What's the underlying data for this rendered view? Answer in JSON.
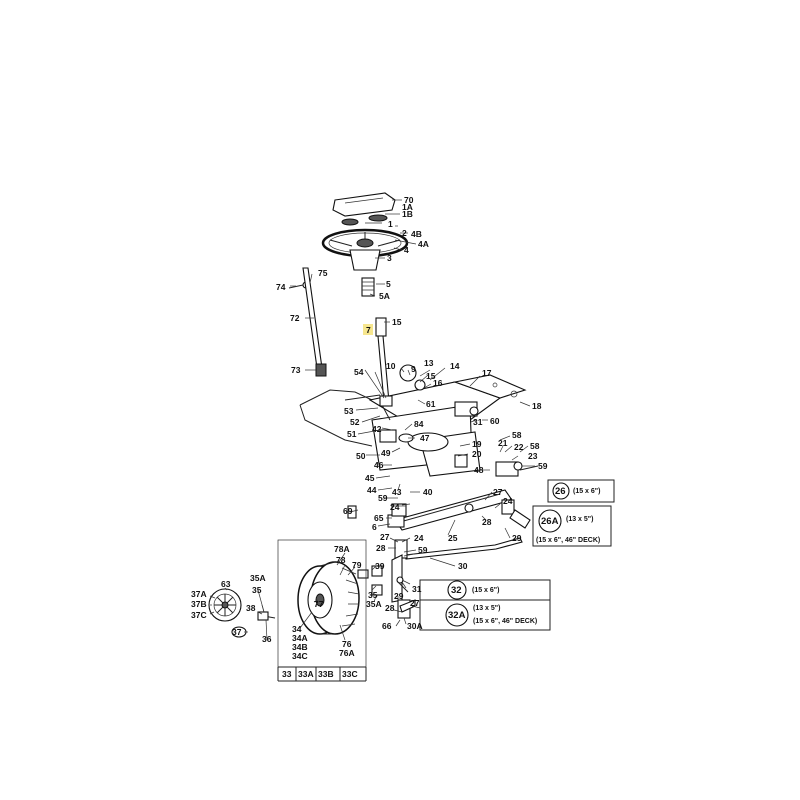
{
  "labels": {
    "p70": "70",
    "p1A": "1A",
    "p1B": "1B",
    "p1": "1",
    "p2": "2",
    "p4B": "4B",
    "p4A": "4A",
    "p4": "4",
    "p3": "3",
    "p75": "75",
    "p74": "74",
    "p5": "5",
    "p5A": "5A",
    "p72": "72",
    "p7": "7",
    "p15": "15",
    "p73": "73",
    "p54": "54",
    "p10": "10",
    "p9": "9",
    "p13": "13",
    "p14": "14",
    "p15b": "15",
    "p16": "16",
    "p17": "17",
    "p61": "61",
    "p18": "18",
    "p53": "53",
    "p52": "52",
    "p51": "51",
    "p42": "42",
    "p84": "84",
    "p47": "47",
    "p31": "31",
    "p60": "60",
    "p58": "58",
    "p21": "21",
    "p22": "22",
    "p58b": "58",
    "p23": "23",
    "p19": "19",
    "p20": "20",
    "p50": "50",
    "p49": "49",
    "p46": "46",
    "p45": "45",
    "p48": "48",
    "p59": "59",
    "p44": "44",
    "p43": "43",
    "p40": "40",
    "p27": "27",
    "p24": "24",
    "p59b": "59",
    "p24b": "24",
    "p69": "69",
    "p65": "65",
    "p6": "6",
    "p28": "28",
    "p25": "25",
    "p29": "29",
    "p27b": "27",
    "p24c": "24",
    "p28b": "28",
    "p59c": "59",
    "p30": "30",
    "p39": "39",
    "p31b": "31",
    "p35": "35",
    "p35A": "35A",
    "p29b": "29",
    "p27c": "27",
    "p28c": "28",
    "p66": "66",
    "p30A": "30A",
    "p63": "63",
    "p35Ab": "35A",
    "p35b": "35",
    "p37A": "37A",
    "p37B": "37B",
    "p37C": "37C",
    "p38": "38",
    "p37": "37",
    "p36": "36",
    "p78A": "78A",
    "p78": "78",
    "p79": "79",
    "p77": "77",
    "p34": "34",
    "p34A": "34A",
    "p34B": "34B",
    "p34C": "34C",
    "p76": "76",
    "p76A": "76A"
  },
  "wheel_table": [
    "33",
    "33A",
    "33B",
    "33C"
  ],
  "callouts": [
    {
      "id": "26",
      "lines": [
        "(15 x 6\")"
      ]
    },
    {
      "id": "26A",
      "lines": [
        "(13 x 5\")",
        "(15 x 6\", 46\" DECK)"
      ]
    },
    {
      "id": "32",
      "lines": [
        "(15 x 6\")"
      ]
    },
    {
      "id": "32A",
      "lines": [
        "(13 x 5\")",
        "(15 x 6\", 46\" DECK)"
      ]
    }
  ],
  "highlight_part": "7",
  "highlight_color": "#f5e27a"
}
